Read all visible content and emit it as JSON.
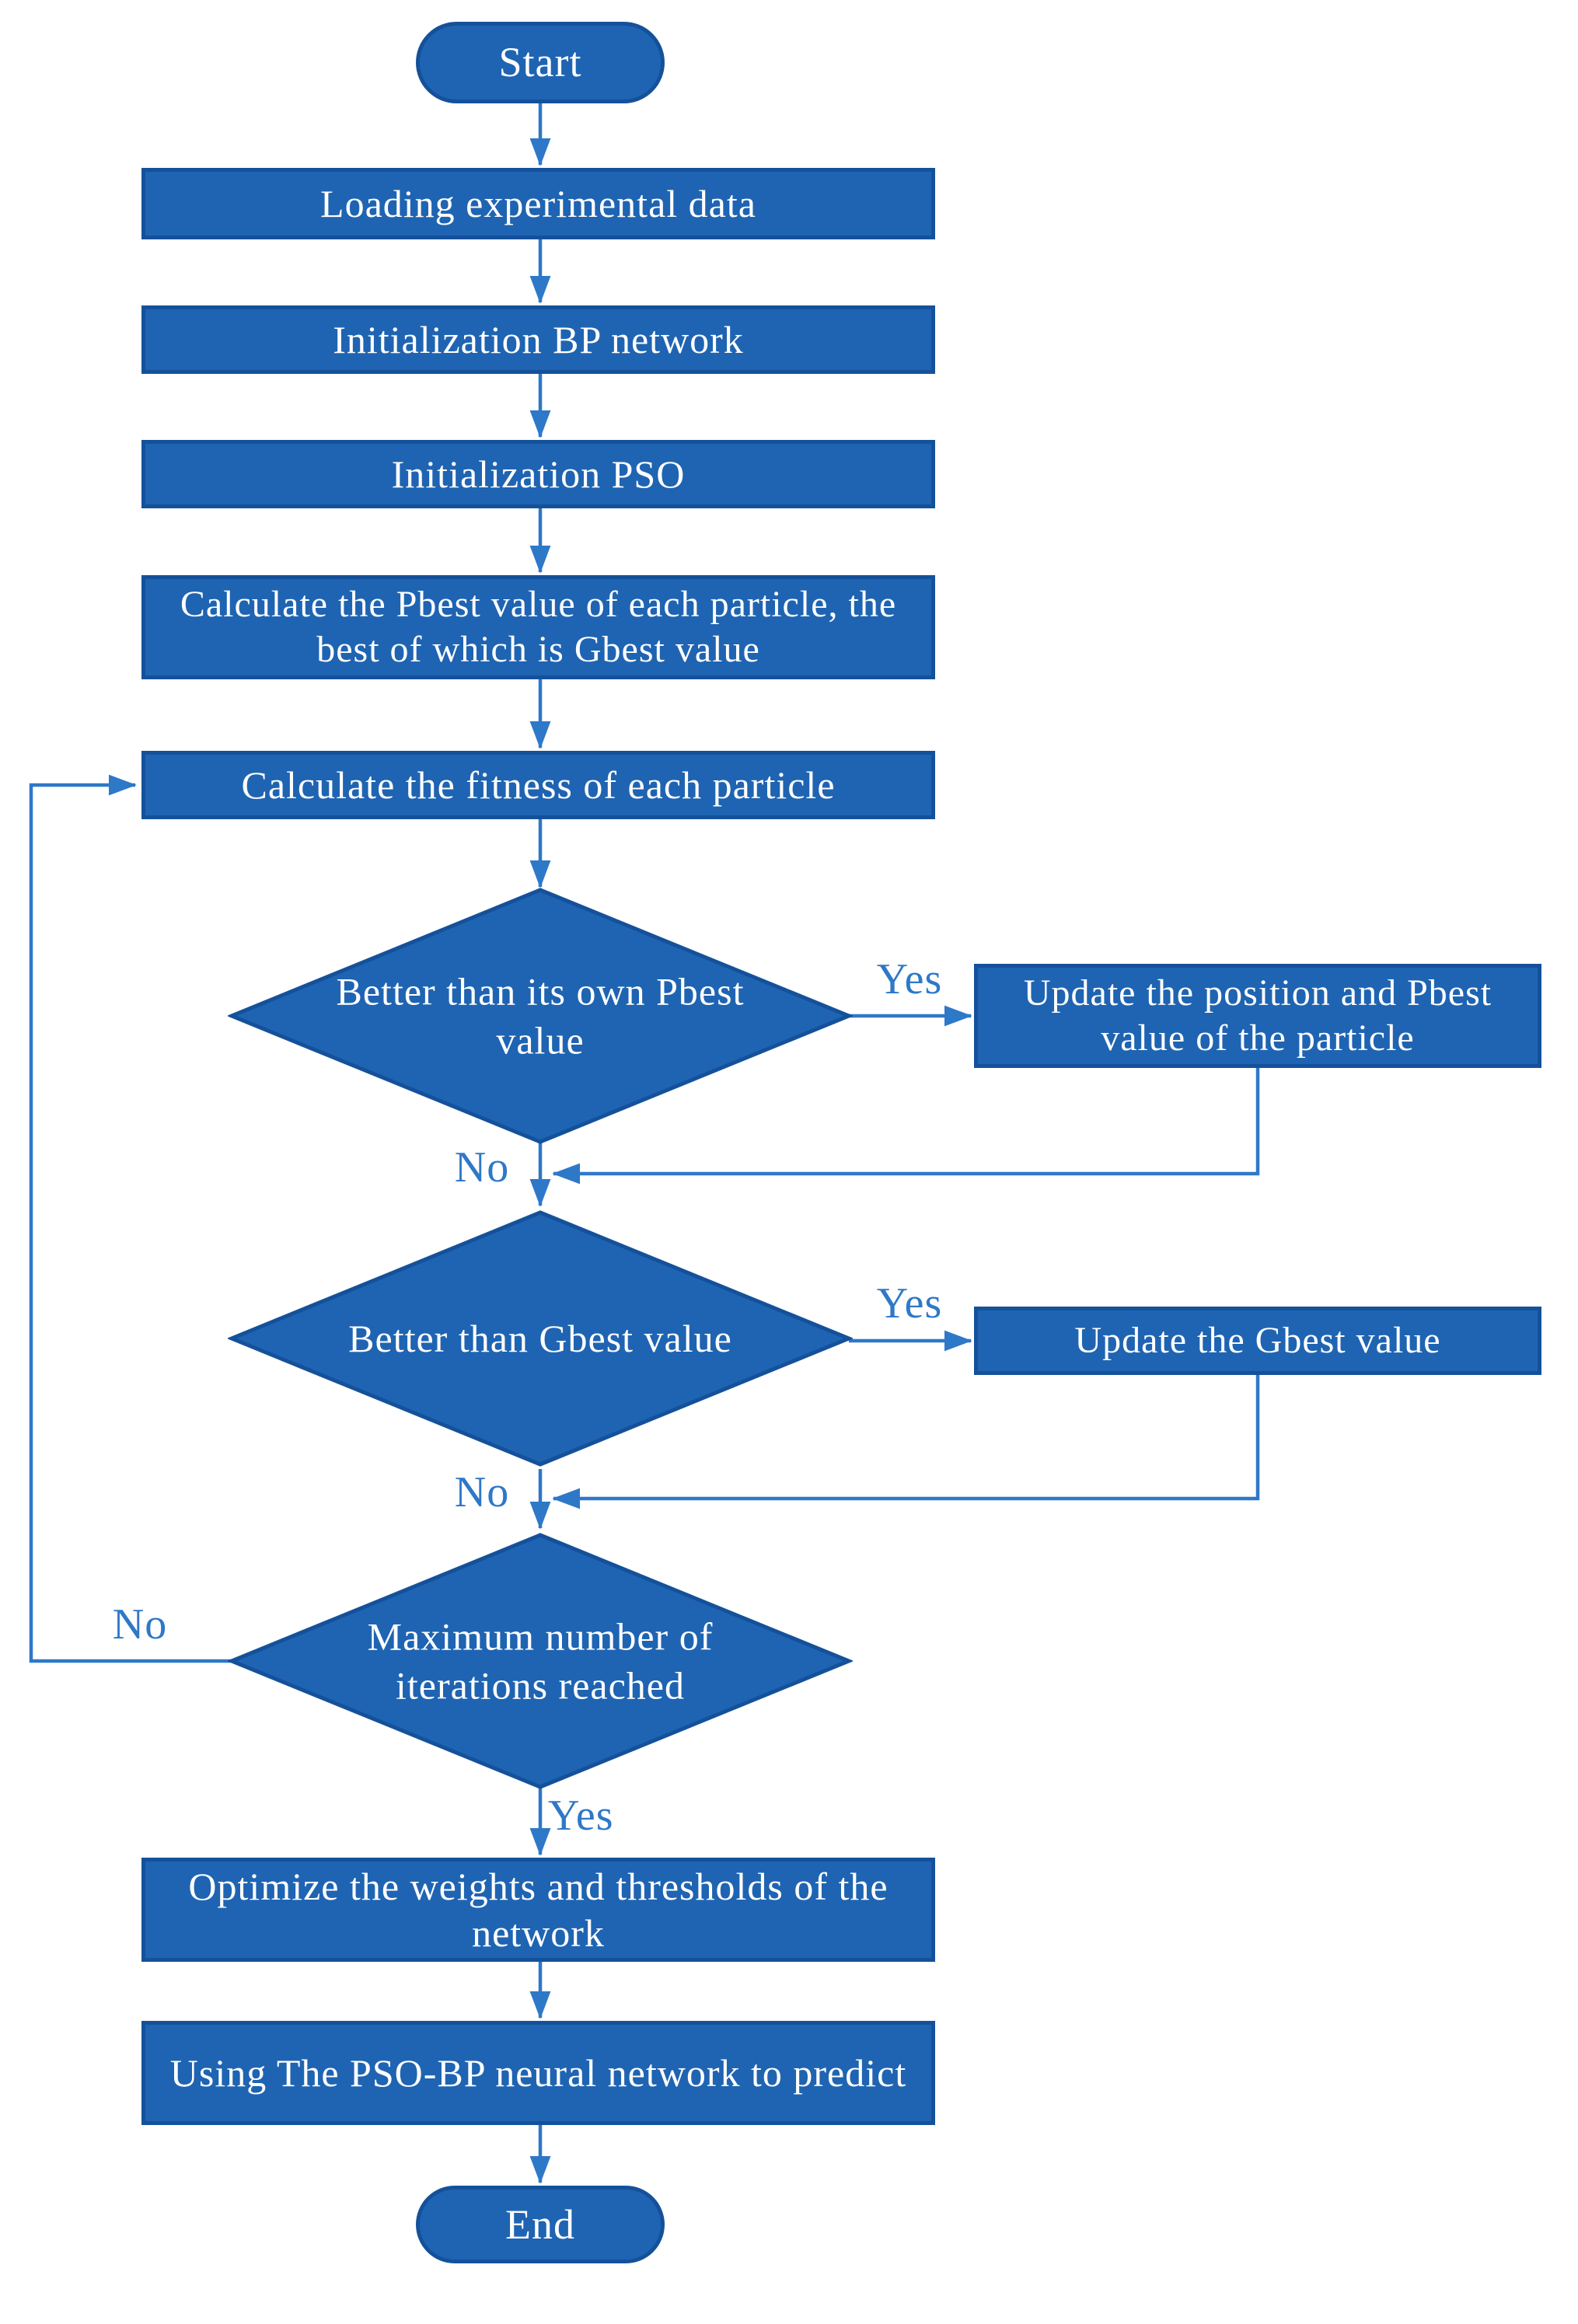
{
  "nodes": {
    "start": {
      "label": "Start",
      "type": "terminator"
    },
    "load": {
      "label": "Loading experimental data",
      "type": "process"
    },
    "init_bp": {
      "label": "Initialization BP network",
      "type": "process"
    },
    "init_pso": {
      "label": "Initialization PSO",
      "type": "process"
    },
    "calc_pbest": {
      "label": "Calculate the Pbest value of each particle, the best of which is Gbest value",
      "type": "process"
    },
    "calc_fitness": {
      "label": "Calculate the fitness of each particle",
      "type": "process"
    },
    "d_pbest": {
      "label": "Better than its own Pbest value",
      "type": "decision"
    },
    "update_pbest": {
      "label": "Update the position and Pbest value of the particle",
      "type": "process"
    },
    "d_gbest": {
      "label": "Better than Gbest value",
      "type": "decision"
    },
    "update_gbest": {
      "label": "Update the Gbest value",
      "type": "process"
    },
    "d_maxiter": {
      "label": "Maximum number of iterations reached",
      "type": "decision"
    },
    "optimize": {
      "label": "Optimize the weights and thresholds of the network",
      "type": "process"
    },
    "predict": {
      "label": "Using The PSO-BP neural network to predict",
      "type": "process"
    },
    "end": {
      "label": "End",
      "type": "terminator"
    }
  },
  "edge_labels": {
    "d1_yes": "Yes",
    "d1_no": "No",
    "d2_yes": "Yes",
    "d2_no": "No",
    "d3_yes": "Yes",
    "d3_no": "No"
  },
  "colors": {
    "node_fill": "#1f64b2",
    "node_border": "#14519a",
    "node_text": "#ffffff",
    "connector": "#2e78c8",
    "edge_label": "#2e78c8",
    "background": "#ffffff"
  }
}
